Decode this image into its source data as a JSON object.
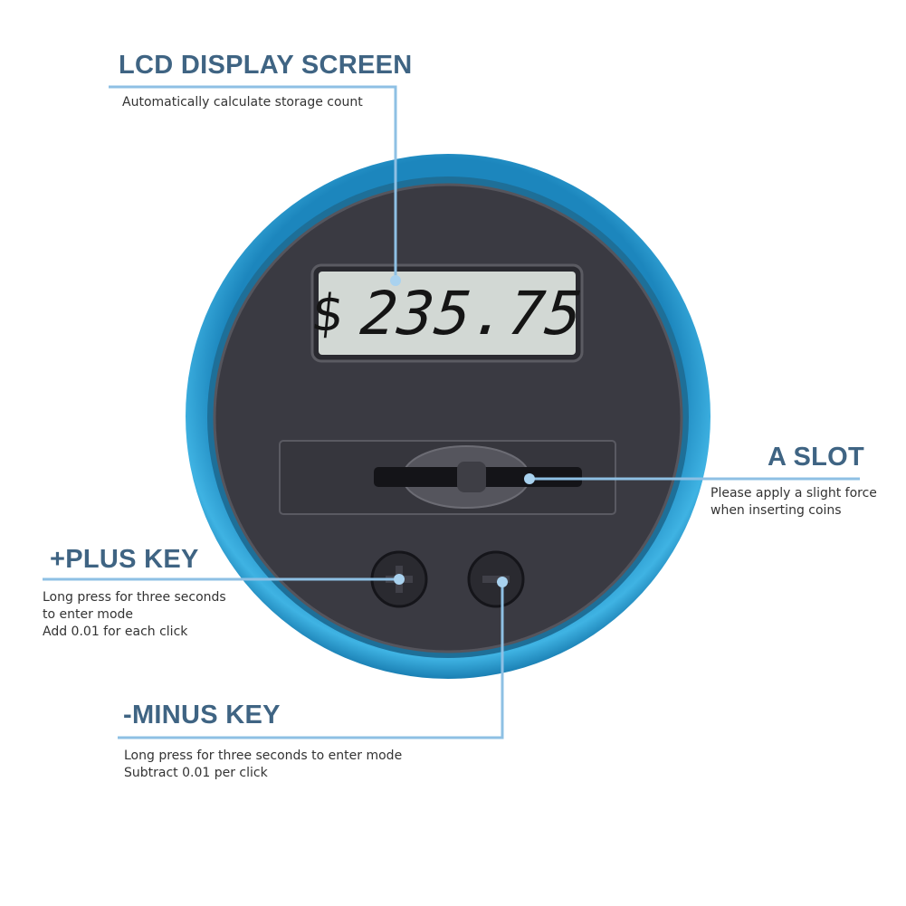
{
  "device": {
    "lcd_currency": "$",
    "lcd_value": "235.75",
    "colors": {
      "rim": "#2fa3d6",
      "body": "#3a3a42",
      "lcd": "#d2d8d4",
      "callout_line": "#8ec0e4",
      "title": "#3f6483"
    }
  },
  "callouts": {
    "lcd": {
      "title": "LCD DISPLAY SCREEN",
      "lines": [
        "Automatically calculate storage count"
      ]
    },
    "slot": {
      "title": "A SLOT",
      "lines": [
        "Please apply a slight force",
        "when inserting coins"
      ]
    },
    "plus": {
      "title": "+PLUS KEY",
      "lines": [
        "Long press for three seconds",
        "to enter mode",
        "Add 0.01 for each click"
      ]
    },
    "minus": {
      "title": "-MINUS KEY",
      "lines": [
        "Long press for three seconds to enter mode",
        "Subtract 0.01 per click"
      ]
    }
  }
}
